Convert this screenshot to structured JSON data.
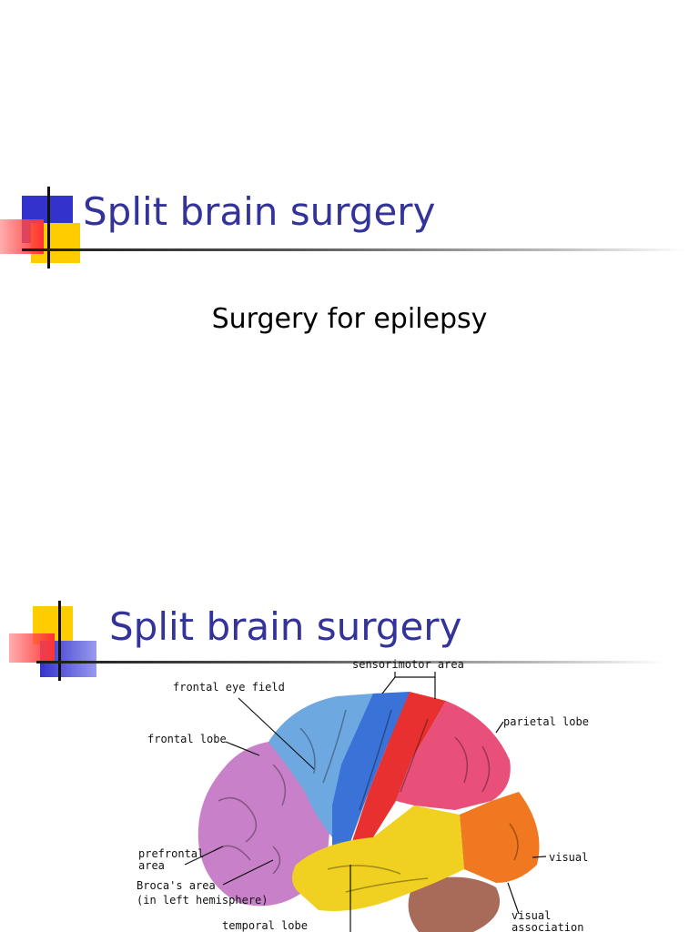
{
  "slide1": {
    "title": "Split brain surgery",
    "subtitle": "Surgery for epilepsy"
  },
  "slide2": {
    "title": "Split brain surgery",
    "diagram_labels": {
      "sensorimotor": "sensorimotor area",
      "frontal_eye_field": "frontal eye field",
      "frontal_lobe": "frontal lobe",
      "parietal_lobe": "parietal lobe",
      "prefrontal_1": "prefrontal",
      "prefrontal_2": "area",
      "visual": "visual",
      "broca_1": "Broca's area",
      "broca_2": "(in left hemisphere)",
      "visual_assoc_1": "visual",
      "visual_assoc_2": "association",
      "temporal_lobe": "temporal lobe"
    }
  },
  "colors": {
    "title": "#333399",
    "deco_blue": "#3333cc",
    "deco_yellow": "#ffcc00",
    "deco_red": "#ff3333"
  }
}
